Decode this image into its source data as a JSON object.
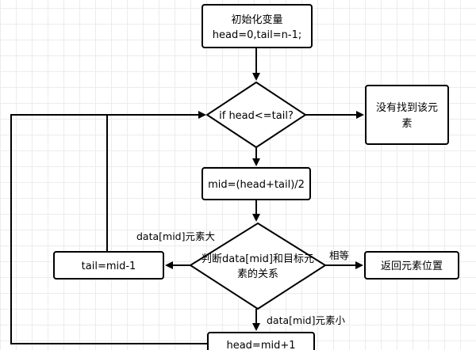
{
  "nodes": {
    "init_line1": "初始化变量",
    "init_line2": "head=0,tail=n-1;",
    "cond": "if head<=tail?",
    "not_found_line1": "没有找到该元",
    "not_found_line2": "素",
    "mid": "mid=(head+tail)/2",
    "compare_line1": "判断data[mid]和目标元",
    "compare_line2": "素的关系",
    "tail_update": "tail=mid-1",
    "return_pos": "返回元素位置",
    "head_update": "head=mid+1"
  },
  "edge_labels": {
    "greater": "data[mid]元素大",
    "equal": "相等",
    "less": "data[mid]元素小"
  }
}
